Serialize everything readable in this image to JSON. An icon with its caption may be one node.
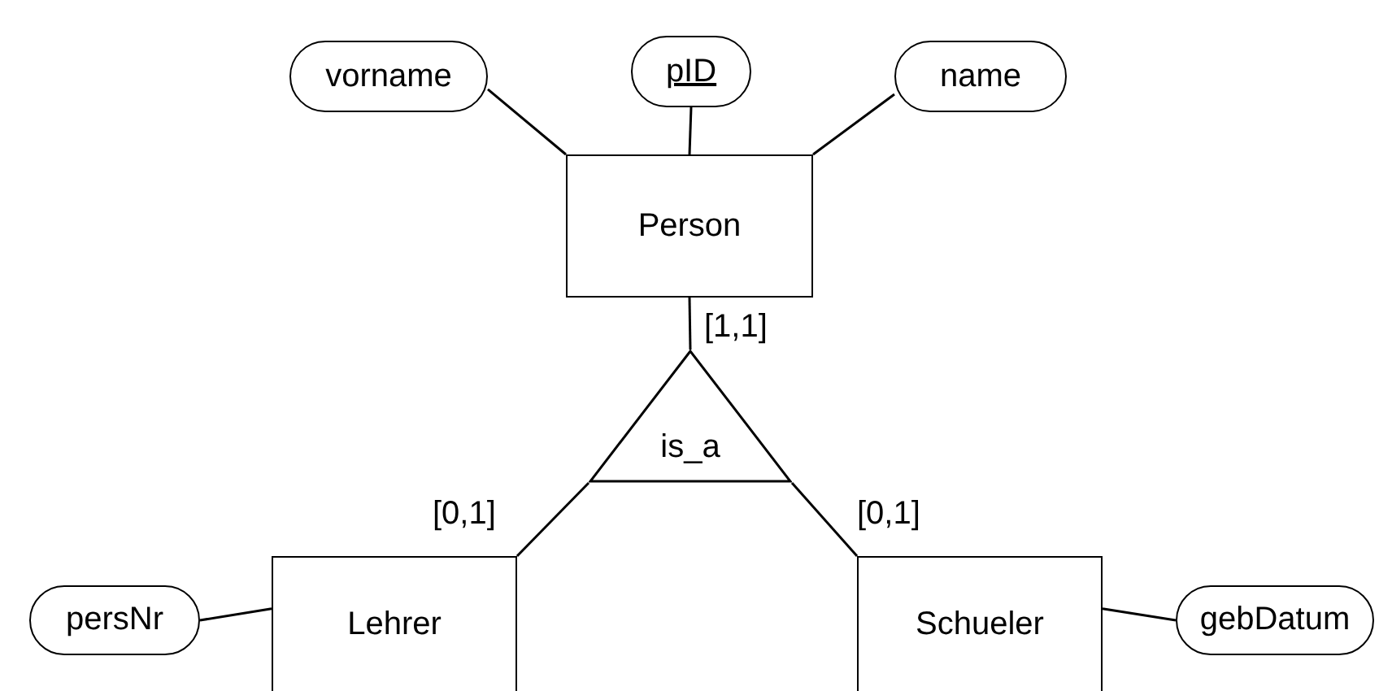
{
  "diagram": {
    "nodes": [
      {
        "text": [
          "vorname"
        ]
      },
      {
        "text": [
          "pID"
        ]
      },
      {
        "text": [
          "name"
        ]
      },
      {
        "text": [
          "Person"
        ]
      },
      {
        "text": [
          "is_a"
        ]
      },
      {
        "text": [
          "Lehrer"
        ]
      },
      {
        "text": [
          "Schueler"
        ]
      },
      {
        "text": [
          "persNr"
        ]
      },
      {
        "text": [
          "gebDatum"
        ]
      }
    ],
    "edges": [
      {
        "from": 0,
        "to": 3,
        "arrow": "none"
      },
      {
        "from": 1,
        "to": 3,
        "arrow": "none"
      },
      {
        "from": 2,
        "to": 3,
        "arrow": "none"
      },
      {
        "from": 3,
        "to": 4,
        "arrow": "none",
        "label": "[1,1]"
      },
      {
        "from": 4,
        "to": 5,
        "arrow": "none",
        "label": "[0,1]"
      },
      {
        "from": 4,
        "to": 6,
        "arrow": "none",
        "label": "[0,1]"
      },
      {
        "from": 7,
        "to": 5,
        "arrow": "none"
      },
      {
        "from": 6,
        "to": 8,
        "arrow": "none"
      }
    ]
  }
}
